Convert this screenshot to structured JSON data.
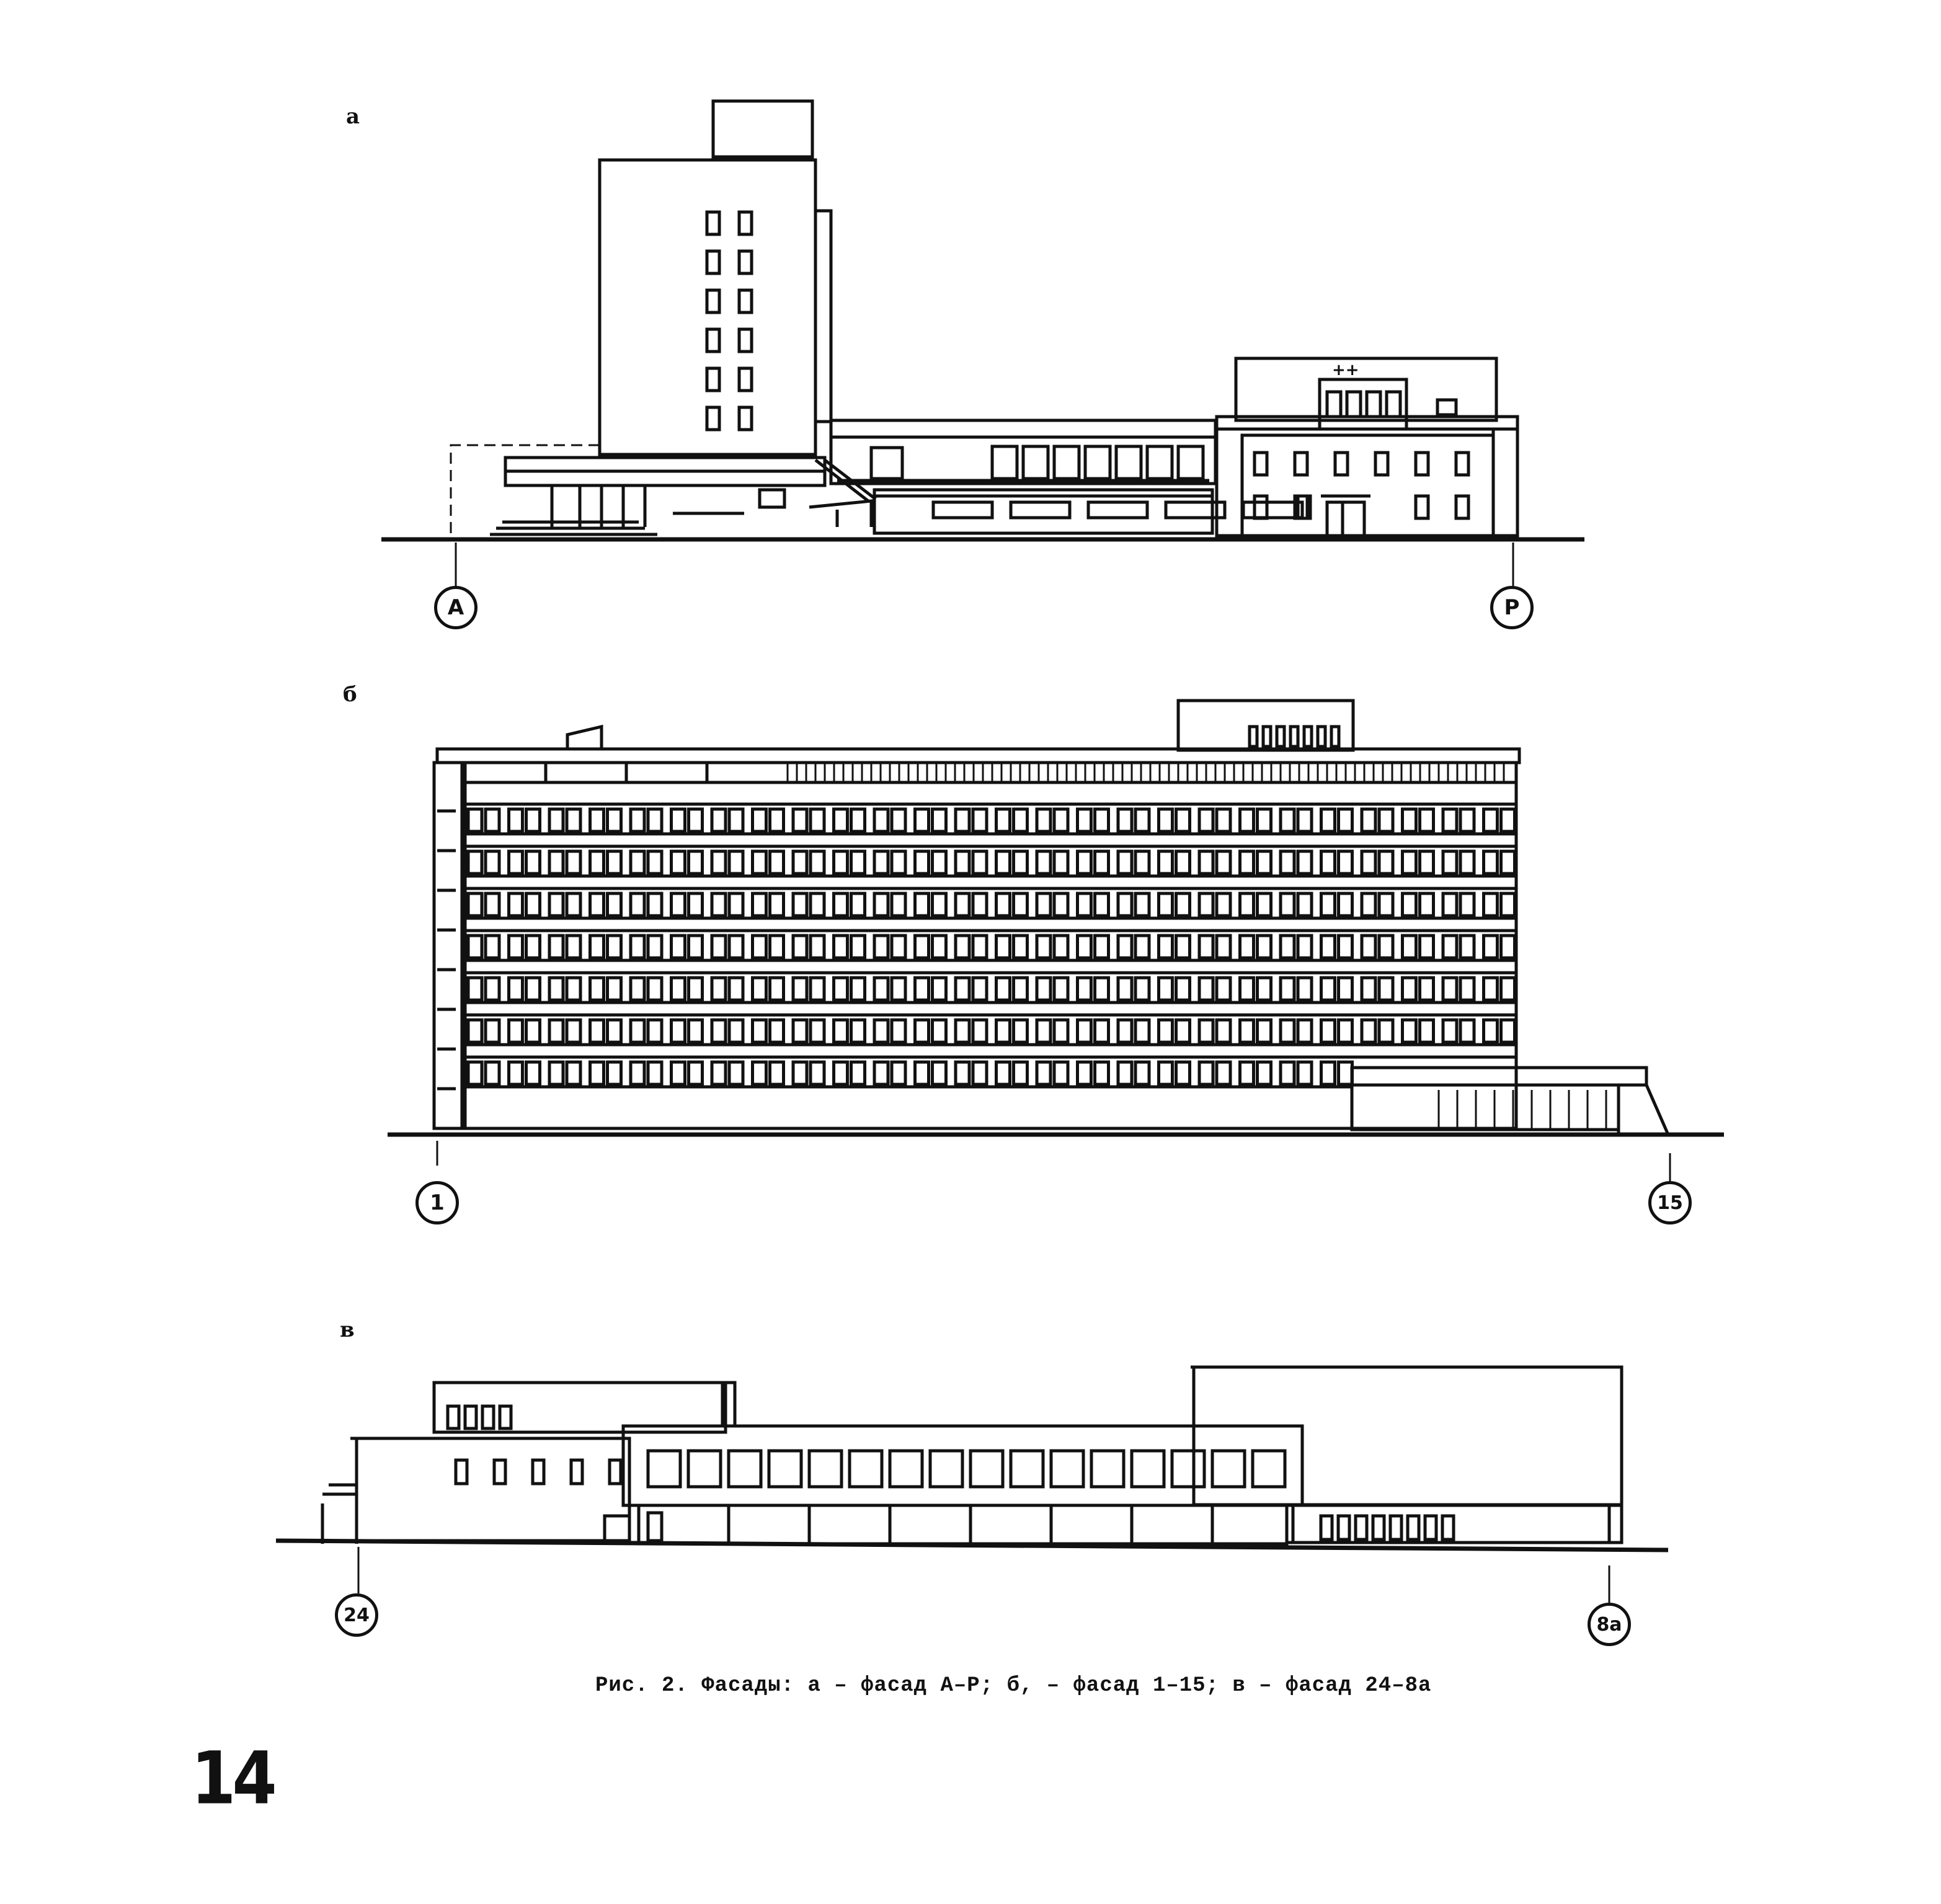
{
  "panels": [
    {
      "label": "а",
      "axis_left": "A",
      "axis_right": "P"
    },
    {
      "label": "б",
      "axis_left": "1",
      "axis_right": "15"
    },
    {
      "label": "в",
      "axis_left": "24",
      "axis_right": "8a"
    }
  ],
  "caption": "Рис. 2. Фасады: а – фасад А–Р; б, – фасад 1–15; в – фасад 24–8а",
  "page_number": "14"
}
